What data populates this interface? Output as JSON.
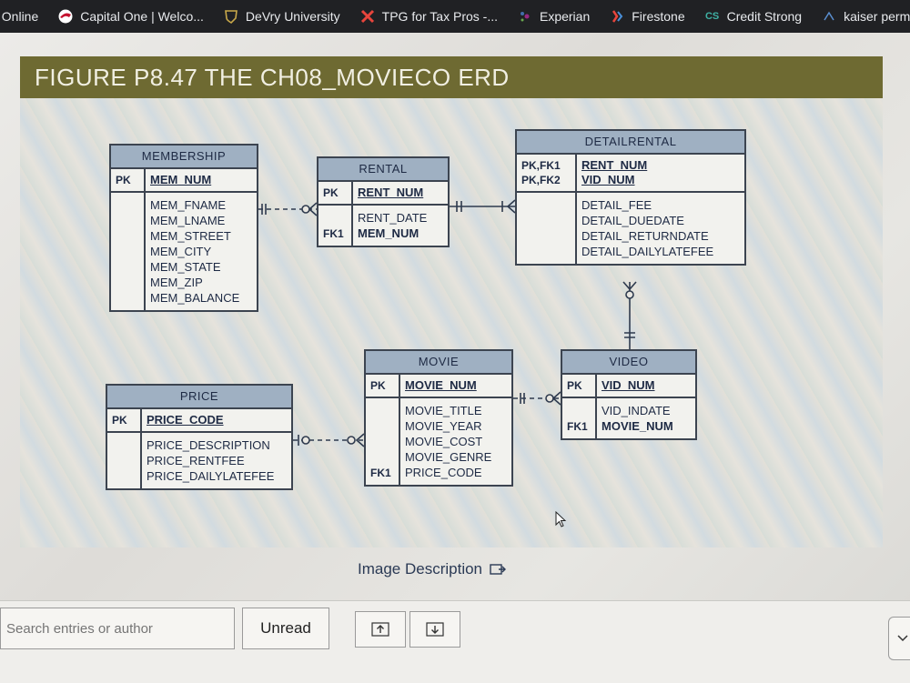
{
  "bookmarks": [
    {
      "label": "t Online",
      "icon": "none"
    },
    {
      "label": "Capital One | Welco...",
      "icon": "capital-one-icon"
    },
    {
      "label": "DeVry University",
      "icon": "devry-shield-icon"
    },
    {
      "label": "TPG for Tax Pros -...",
      "icon": "tpg-x-icon"
    },
    {
      "label": "Experian",
      "icon": "experian-dots-icon"
    },
    {
      "label": "Firestone",
      "icon": "firestone-icon"
    },
    {
      "label": "Credit Strong",
      "icon": "credit-strong-cs-icon"
    },
    {
      "label": "kaiser perma",
      "icon": "kaiser-icon"
    }
  ],
  "figure": {
    "title": "FIGURE P8.47  THE CH08_MOVIECO ERD"
  },
  "entities": {
    "membership": {
      "name": "MEMBERSHIP",
      "pk": {
        "key": "PK",
        "field": "MEM_NUM"
      },
      "attributes": [
        "MEM_FNAME",
        "MEM_LNAME",
        "MEM_STREET",
        "MEM_CITY",
        "MEM_STATE",
        "MEM_ZIP",
        "MEM_BALANCE"
      ]
    },
    "rental": {
      "name": "RENTAL",
      "pk": {
        "key": "PK",
        "field": "RENT_NUM"
      },
      "attributes": [
        "RENT_DATE",
        "MEM_NUM"
      ],
      "attribute_keys": [
        "",
        "FK1"
      ]
    },
    "detailrental": {
      "name": "DETAILRENTAL",
      "pk_keys": [
        "PK,FK1",
        "PK,FK2"
      ],
      "pk_fields": [
        "RENT_NUM",
        "VID_NUM"
      ],
      "attributes": [
        "DETAIL_FEE",
        "DETAIL_DUEDATE",
        "DETAIL_RETURNDATE",
        "DETAIL_DAILYLATEFEE"
      ]
    },
    "price": {
      "name": "PRICE",
      "pk": {
        "key": "PK",
        "field": "PRICE_CODE"
      },
      "attributes": [
        "PRICE_DESCRIPTION",
        "PRICE_RENTFEE",
        "PRICE_DAILYLATEFEE"
      ]
    },
    "movie": {
      "name": "MOVIE",
      "pk": {
        "key": "PK",
        "field": "MOVIE_NUM"
      },
      "attributes": [
        "MOVIE_TITLE",
        "MOVIE_YEAR",
        "MOVIE_COST",
        "MOVIE_GENRE",
        "PRICE_CODE"
      ],
      "attribute_keys": [
        "",
        "",
        "",
        "",
        "FK1"
      ]
    },
    "video": {
      "name": "VIDEO",
      "pk": {
        "key": "PK",
        "field": "VID_NUM"
      },
      "attributes": [
        "VID_INDATE",
        "MOVIE_NUM"
      ],
      "attribute_keys": [
        "",
        "FK1"
      ]
    }
  },
  "relationships": [
    {
      "from": "MEMBERSHIP",
      "to": "RENTAL",
      "from_end": "one-mandatory",
      "to_end": "many-optional"
    },
    {
      "from": "RENTAL",
      "to": "DETAILRENTAL",
      "from_end": "one-mandatory",
      "to_end": "many-mandatory"
    },
    {
      "from": "VIDEO",
      "to": "DETAILRENTAL",
      "from_end": "one-mandatory",
      "to_end": "many-optional"
    },
    {
      "from": "MOVIE",
      "to": "VIDEO",
      "from_end": "one-mandatory",
      "to_end": "many-optional"
    },
    {
      "from": "PRICE",
      "to": "MOVIE",
      "from_end": "one-optional",
      "to_end": "many-optional"
    }
  ],
  "bottom": {
    "image_description_label": "Image Description",
    "search_placeholder": "Search entries or author",
    "unread_label": "Unread"
  },
  "colors": {
    "figure_header": "#6e6a32",
    "entity_header": "#9fb0c2",
    "bookmark_bar": "#202124"
  }
}
